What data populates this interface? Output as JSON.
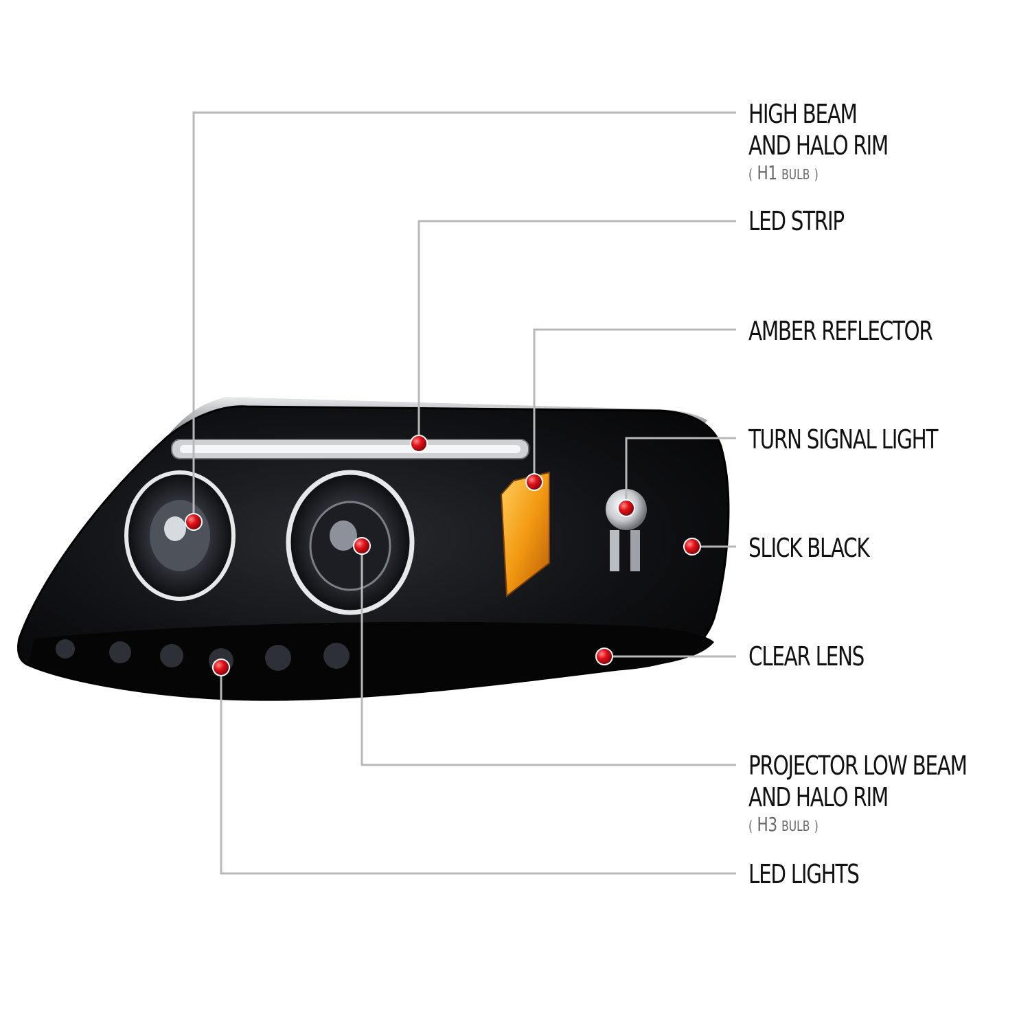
{
  "colors": {
    "leader_line": "#b8b8b8",
    "marker_dot": "#e0121b",
    "housing": "#0c0c0e",
    "amber": "#f29a14",
    "chrome": "#d9dadd"
  },
  "callouts": [
    {
      "id": "high-beam",
      "lines": [
        "HIGH BEAM",
        "AND HALO RIM"
      ],
      "sub": {
        "open": "(",
        "bulb": "H1",
        "word": "BULB",
        "close": ")"
      }
    },
    {
      "id": "led-strip",
      "lines": [
        "LED STRIP"
      ]
    },
    {
      "id": "amber-reflector",
      "lines": [
        "AMBER REFLECTOR"
      ]
    },
    {
      "id": "turn-signal",
      "lines": [
        "TURN SIGNAL LIGHT"
      ]
    },
    {
      "id": "slick-black",
      "lines": [
        "SLICK BLACK"
      ]
    },
    {
      "id": "clear-lens",
      "lines": [
        "CLEAR LENS"
      ]
    },
    {
      "id": "projector-low-beam",
      "lines": [
        "PROJECTOR LOW BEAM",
        "AND HALO RIM"
      ],
      "sub": {
        "open": "(",
        "bulb": "H3",
        "word": "BULB",
        "close": ")"
      }
    },
    {
      "id": "led-lights",
      "lines": [
        "LED LIGHTS"
      ]
    }
  ]
}
